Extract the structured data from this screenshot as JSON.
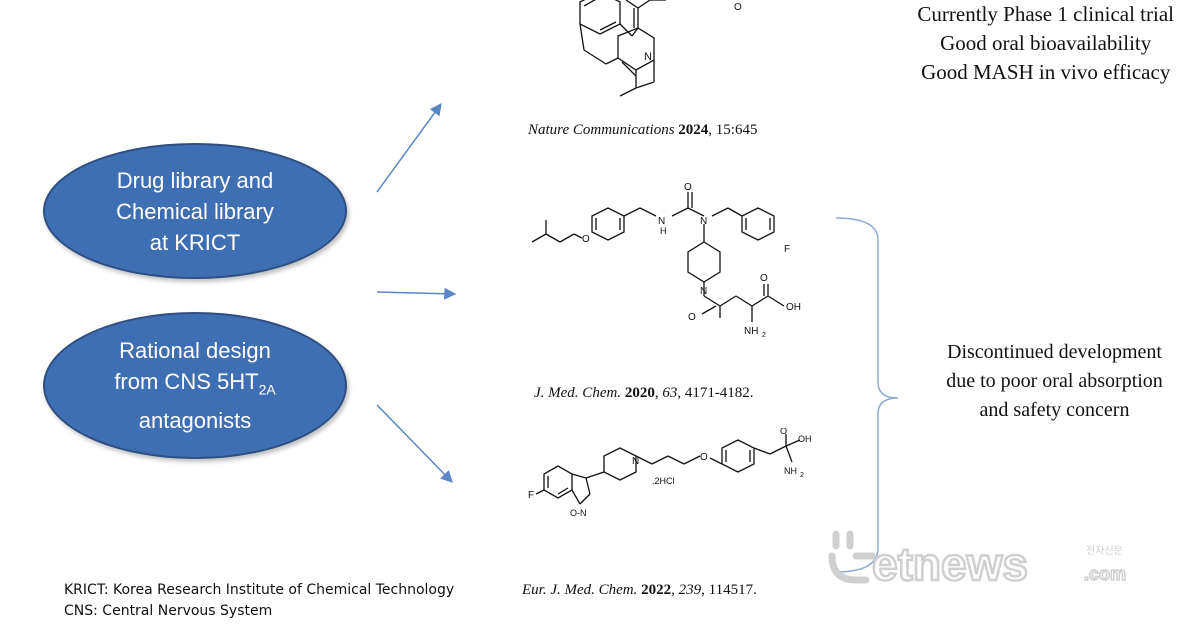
{
  "sources": [
    {
      "line1": "Drug library and",
      "line2": "Chemical library",
      "line3": "at KRICT"
    },
    {
      "line1": "Rational design",
      "line2": "from CNS 5HT",
      "line2_sub": "2A",
      "line3": "antagonists"
    }
  ],
  "top_compound": {
    "notes": [
      "Currently Phase 1 clinical trial",
      "Good oral bioavailability",
      "Good MASH in vivo efficacy"
    ],
    "ref": {
      "journal": "Nature Communications",
      "year": "2024",
      "rest": ", 15:645"
    }
  },
  "compound2": {
    "ref": {
      "journal": "J. Med. Chem.",
      "year": "2020",
      "volume": "63",
      "pages": ", 4171-4182."
    },
    "atom_labels": {
      "o1": "O",
      "nh": "N",
      "h": "H",
      "n1": "N",
      "n2": "N",
      "f": "F",
      "o2": "O",
      "oh": "OH",
      "nh2": "NH",
      "nh2_sub": "2",
      "o3": "O",
      "o4": "O"
    }
  },
  "compound3": {
    "ref": {
      "journal": "Eur. J. Med. Chem.",
      "year": "2022",
      "volume": "239",
      "pages": ", 114517."
    },
    "atom_labels": {
      "f": "F",
      "n": "N",
      "o": "O",
      "oh": "OH",
      "nh2": "NH",
      "nh2_sub": "2",
      "salt": ".2HCl",
      "ring_o": "O-N",
      "o_top": "O"
    }
  },
  "outcome": [
    "Discontinued development",
    "due to poor oral absorption",
    "and safety concern"
  ],
  "footnotes": [
    "KRICT: Korea Research Institute of Chemical Technology",
    "CNS: Central Nervous System"
  ],
  "watermark": {
    "brand": "etnews",
    "suffix": ".com",
    "korean": "전자신문"
  },
  "colors": {
    "ellipse_fill": "#3f6fb3",
    "ellipse_border": "#2d4f82",
    "arrow": "#5b86c5",
    "bracket": "#8fa9d6",
    "watermark": "#cfcfcf"
  }
}
